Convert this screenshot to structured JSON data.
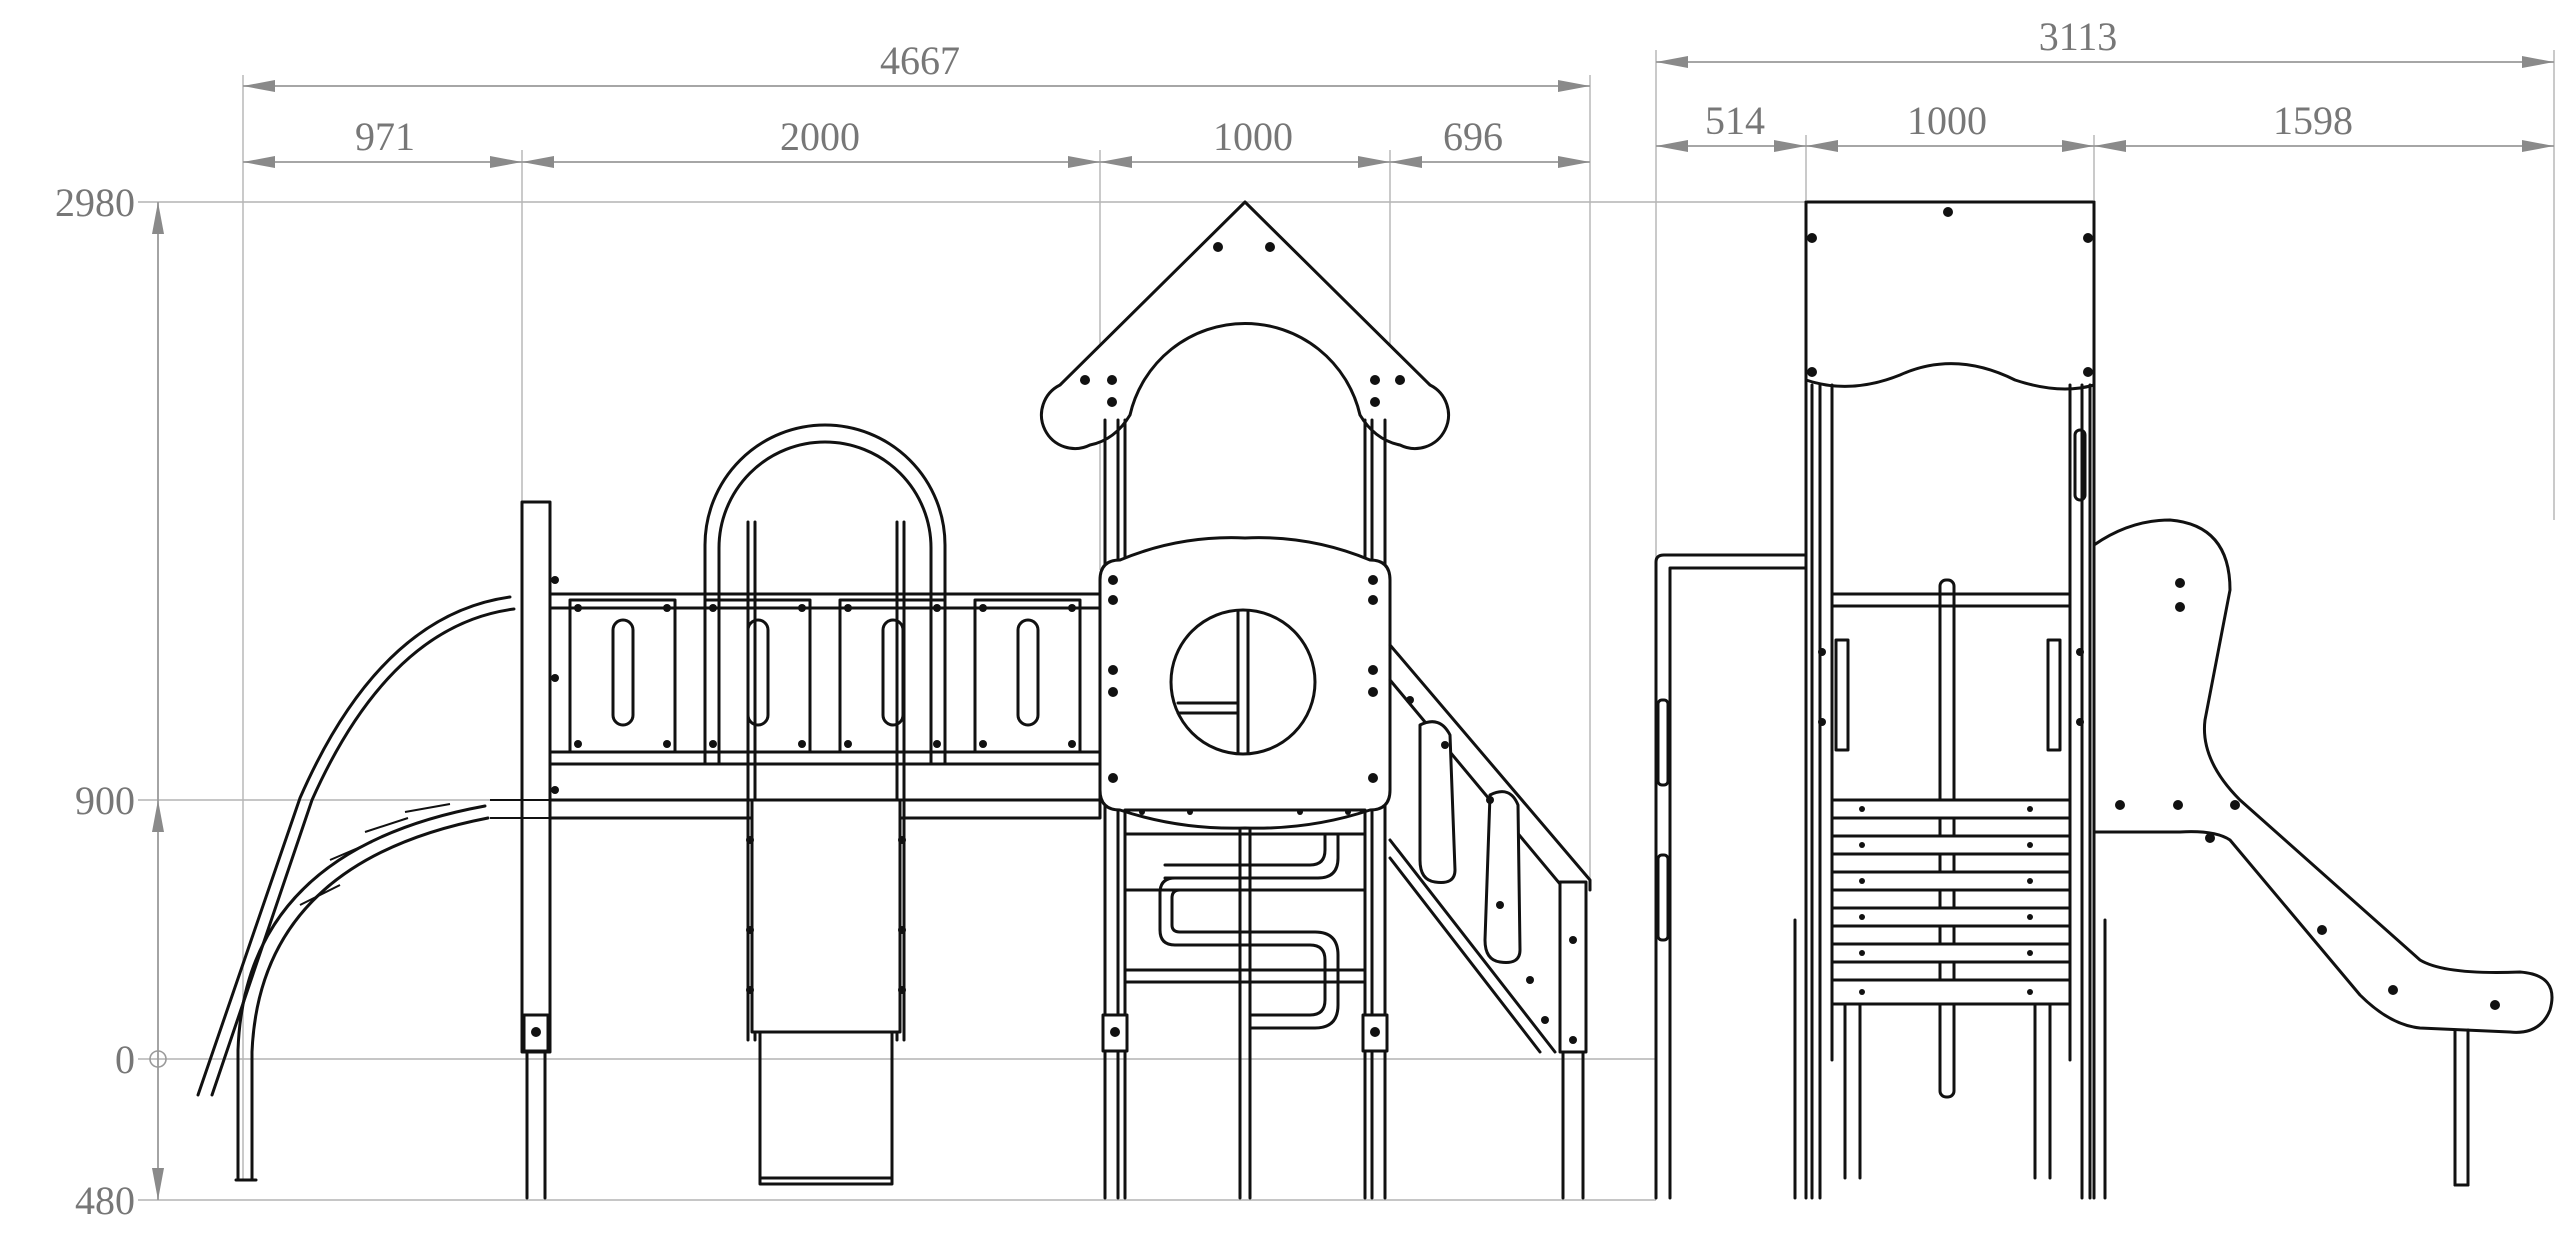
{
  "front_view": {
    "overall_width": "4667",
    "segments": [
      "971",
      "2000",
      "1000",
      "696"
    ]
  },
  "side_view": {
    "overall_width": "3113",
    "segments": [
      "514",
      "1000",
      "1598"
    ]
  },
  "levels": [
    "2980",
    "900",
    "0",
    "480"
  ],
  "colors": {
    "line": "#111111",
    "dimension": "#9a9a9a",
    "text": "#777777"
  }
}
